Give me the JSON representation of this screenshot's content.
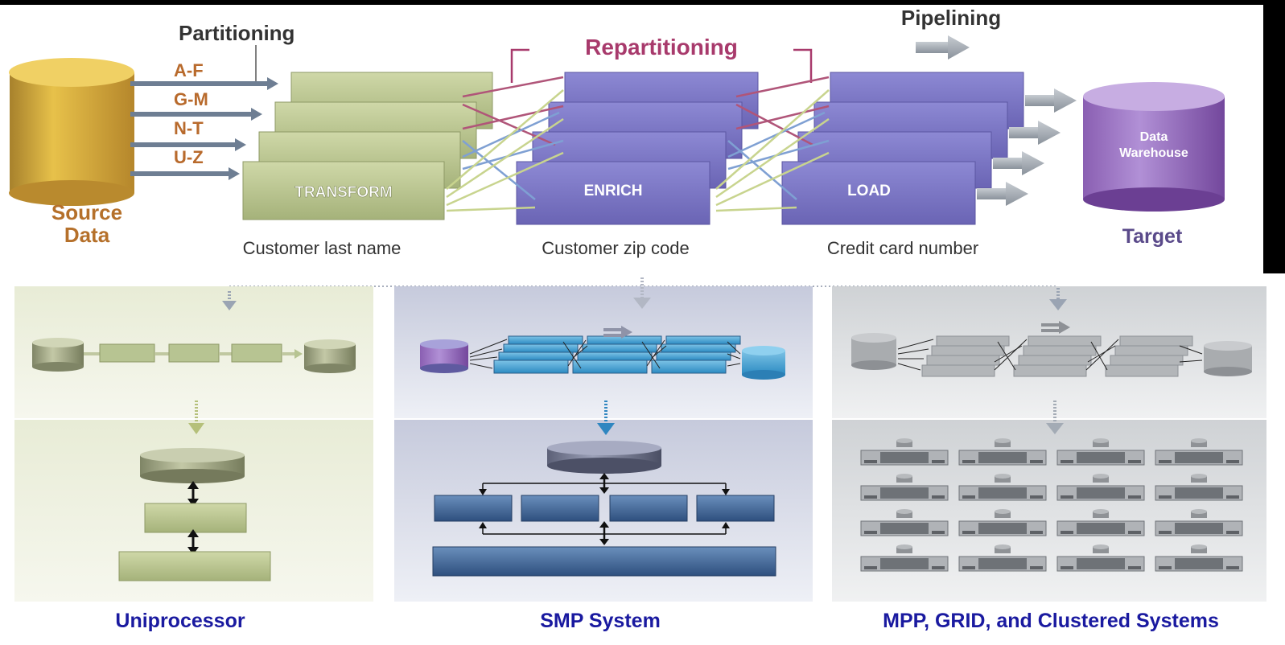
{
  "top": {
    "partitioning": "Partitioning",
    "partitions": [
      "A-F",
      "G-M",
      "N-T",
      "U-Z"
    ],
    "source_line1": "Source",
    "source_line2": "Data",
    "repartitioning": "Repartitioning",
    "pipelining": "Pipelining",
    "stages": [
      {
        "label": "TRANSFORM",
        "caption": "Customer last name"
      },
      {
        "label": "ENRICH",
        "caption": "Customer zip code"
      },
      {
        "label": "LOAD",
        "caption": "Credit card number"
      }
    ],
    "warehouse_line1": "Data",
    "warehouse_line2": "Warehouse",
    "target": "Target"
  },
  "panels": [
    {
      "caption": "Uniprocessor"
    },
    {
      "caption": "SMP System"
    },
    {
      "caption": "MPP, GRID, and Clustered Systems"
    }
  ],
  "colors": {
    "caption_blue": "#1a1aa0",
    "source_text": "#b5702a",
    "partition_text": "#b86a2c",
    "repartition_text": "#a83a6c",
    "target_text": "#5a4a8a",
    "stage_green": "#b7c492",
    "stage_purple": "#7d78c6"
  }
}
